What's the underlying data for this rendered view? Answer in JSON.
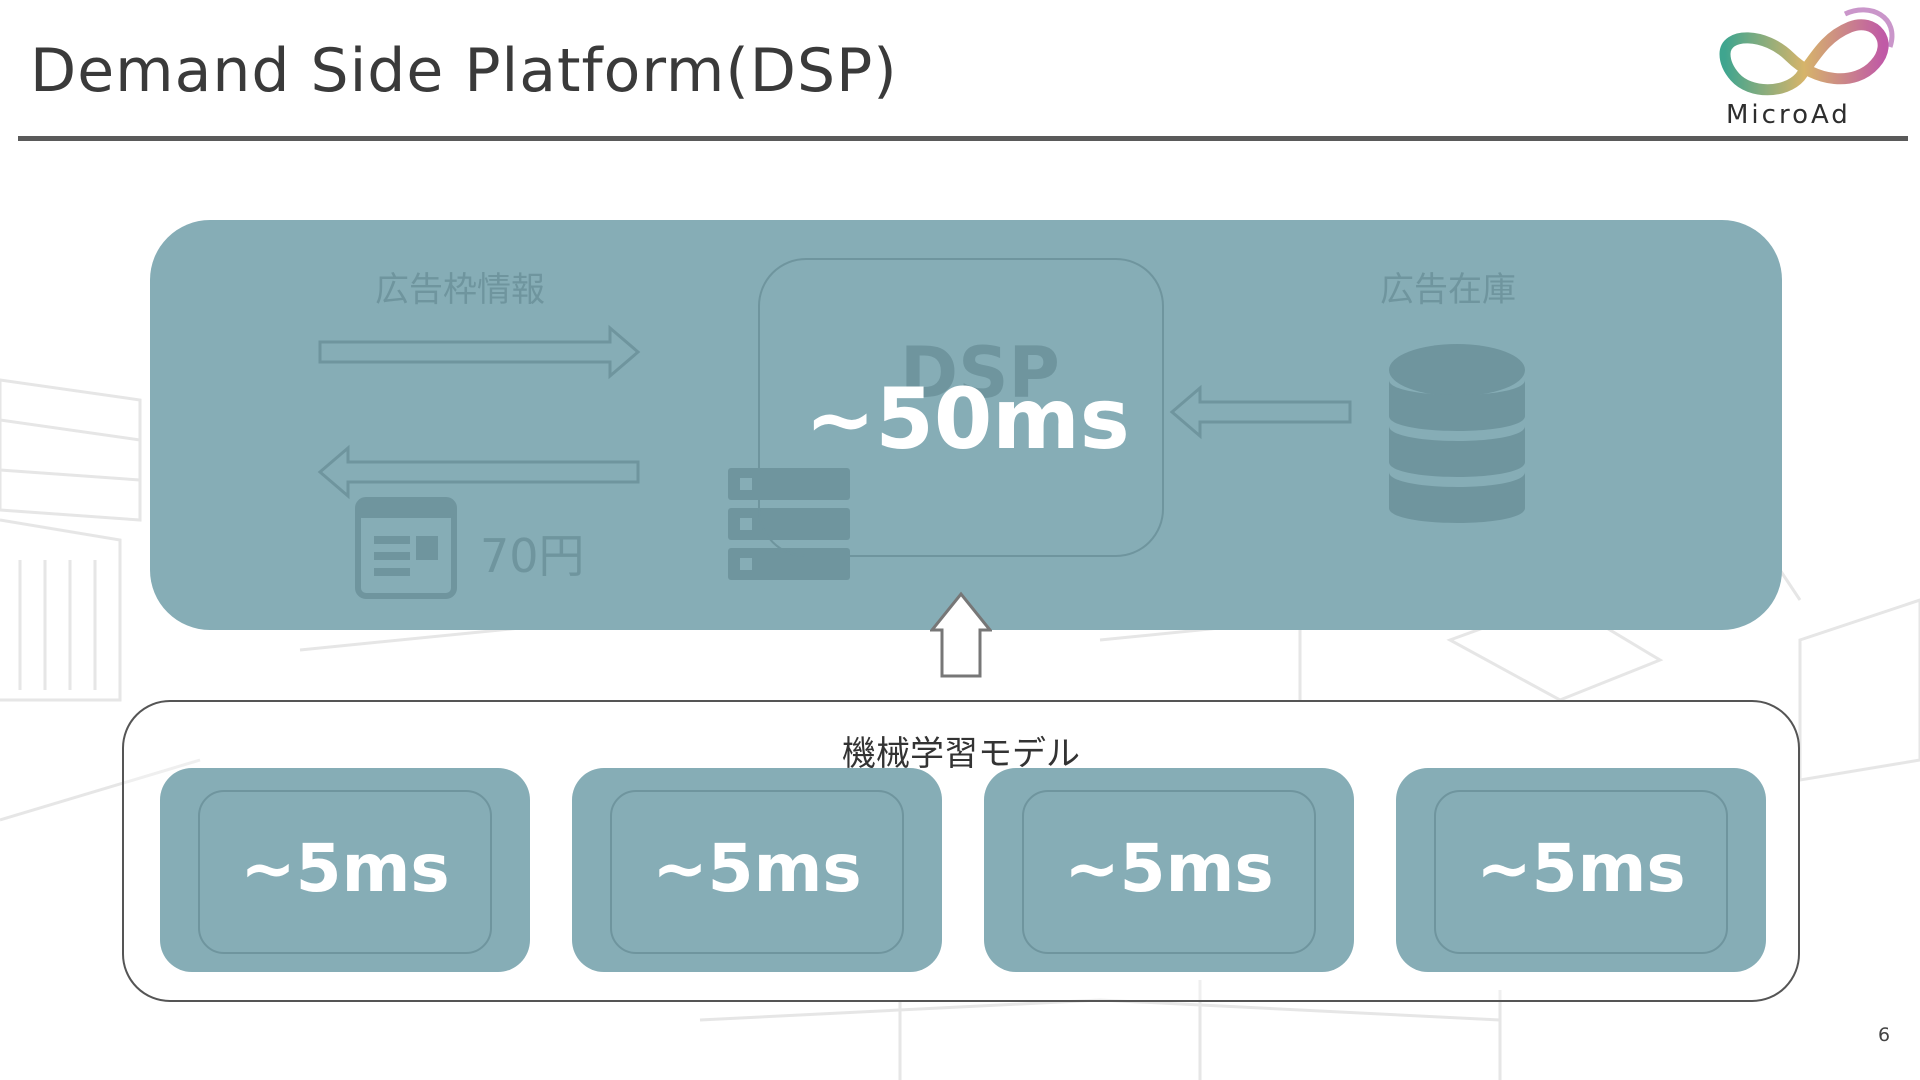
{
  "slide": {
    "title": "Demand Side Platform(DSP)",
    "logo_text": "MicroAd",
    "page_number": "6"
  },
  "dsp_panel": {
    "time": "~50ms",
    "faded": {
      "left_label": "広告枠情報",
      "right_label": "広告在庫",
      "dsp_title": "DSP",
      "price": "70円"
    }
  },
  "ml": {
    "title": "機械学習モデル",
    "models": [
      {
        "time": "~5ms"
      },
      {
        "time": "~5ms"
      },
      {
        "time": "~5ms"
      },
      {
        "time": "~5ms"
      }
    ]
  },
  "colors": {
    "panel": "#86adb6",
    "faint": "#6f959e",
    "rule": "#5a5a5a"
  },
  "icons": [
    "logo-infinity-icon",
    "arrow-right-icon",
    "arrow-left-icon",
    "webpage-icon",
    "server-icon",
    "database-icon",
    "arrow-up-icon"
  ]
}
